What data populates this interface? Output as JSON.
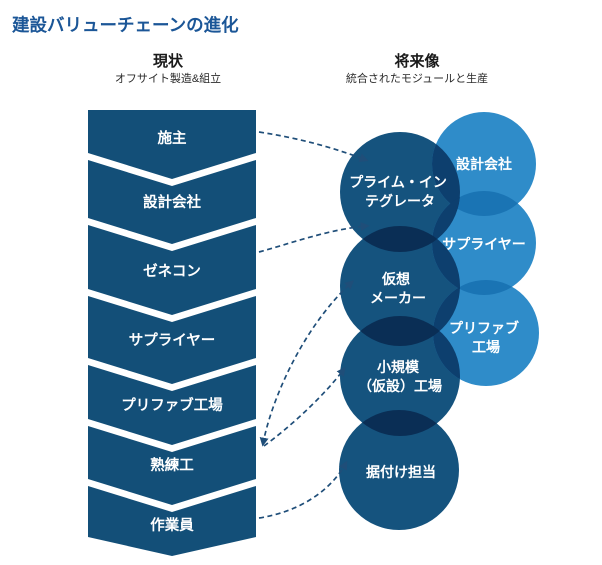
{
  "title": "建設バリューチェーンの進化",
  "colors": {
    "title": "#1B5697",
    "chevron": "#134F78",
    "dark_circle": "#15537E",
    "light_circle": "#2F8CC9",
    "overlap_dark": "#0A2E55",
    "overlap_mixed": "#0D3F6E",
    "overlap_light": "#1A74B4",
    "arrow": "#1F4E79"
  },
  "current": {
    "header": "現状",
    "subtitle": "オフサイト製造&組立",
    "chain": [
      "施主",
      "設計会社",
      "ゼネコン",
      "サプライヤー",
      "プリファブ工場",
      "熟練工",
      "作業員"
    ]
  },
  "future": {
    "header": "将来像",
    "subtitle": "統合されたモジュールと生産",
    "integrated_roles": [
      {
        "lines": [
          "プライム・イン",
          "テグレータ"
        ]
      },
      {
        "lines": [
          "仮想",
          "メーカー"
        ]
      },
      {
        "lines": [
          "小規模",
          "（仮設）工場"
        ]
      },
      {
        "lines": [
          "据付け担当"
        ]
      }
    ],
    "satellite_roles": [
      {
        "lines": [
          "設計会社"
        ]
      },
      {
        "lines": [
          "サプライヤー"
        ]
      },
      {
        "lines": [
          "プリファブ",
          "工場"
        ]
      }
    ]
  },
  "arrows": [
    {
      "from": "施主",
      "to": "プライム・インテグレータ"
    },
    {
      "from": "ゼネコン",
      "to": "プライム・インテグレータ"
    },
    {
      "from": "熟練工",
      "to": "仮想メーカー"
    },
    {
      "from": "熟練工",
      "to": "小規模（仮設）工場"
    },
    {
      "from": "作業員",
      "to": "据付け担当"
    }
  ]
}
